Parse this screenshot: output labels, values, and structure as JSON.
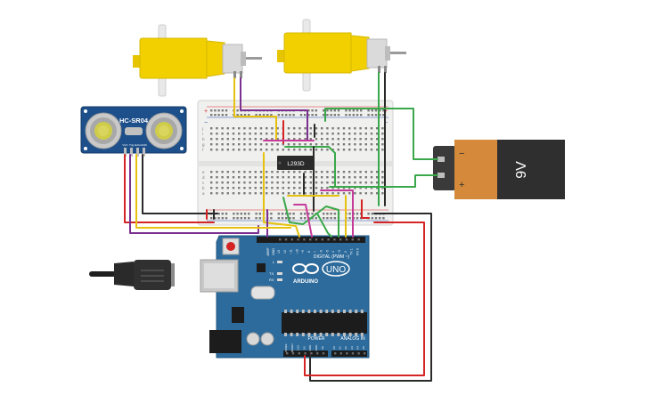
{
  "sensor": {
    "label": "HC-SR04",
    "pins": [
      "VCC",
      "Trig",
      "Echo",
      "GND"
    ]
  },
  "driver_ic": {
    "label": "L293D"
  },
  "battery": {
    "label": "9V",
    "minus": "−",
    "plus": "+"
  },
  "arduino": {
    "brand": "ARDUINO",
    "model": "UNO",
    "digital_label": "DIGITAL (PWM ~)",
    "power_label": "POWER",
    "analog_label": "ANALOG IN",
    "aref": "AREF",
    "gnd": "GND",
    "l_led": "L",
    "tx": "TX",
    "rx": "RX",
    "digital_pins": [
      "13",
      "12",
      "~11",
      "~10",
      "~9",
      "8",
      "7",
      "~6",
      "~5",
      "4",
      "~3",
      "2",
      "TX 1",
      "RX 0"
    ],
    "power_pins": [
      "IOREF",
      "RESET",
      "3.3V",
      "5V",
      "GND",
      "GND",
      "Vin"
    ],
    "analog_pins": [
      "A0",
      "A1",
      "A2",
      "A3",
      "A4",
      "A5"
    ]
  },
  "breadboard": {
    "row_letters_top": [
      "j",
      "i",
      "h",
      "g",
      "f"
    ],
    "row_letters_bottom": [
      "e",
      "d",
      "c",
      "b",
      "a"
    ],
    "rail_plus": "+",
    "rail_minus": "−"
  },
  "colors": {
    "wire_red": "#d42424",
    "wire_black": "#2b2b2b",
    "wire_purple": "#7b2f8f",
    "wire_yellow": "#e6c20e",
    "wire_green": "#3aa84a",
    "wire_magenta": "#c43b9a",
    "arduino_blue": "#2d6b9c",
    "sensor_blue": "#1d4f8a",
    "motor_yellow": "#f2d000",
    "battery_orange": "#d48a3a",
    "battery_dark": "#2f2f2f"
  }
}
